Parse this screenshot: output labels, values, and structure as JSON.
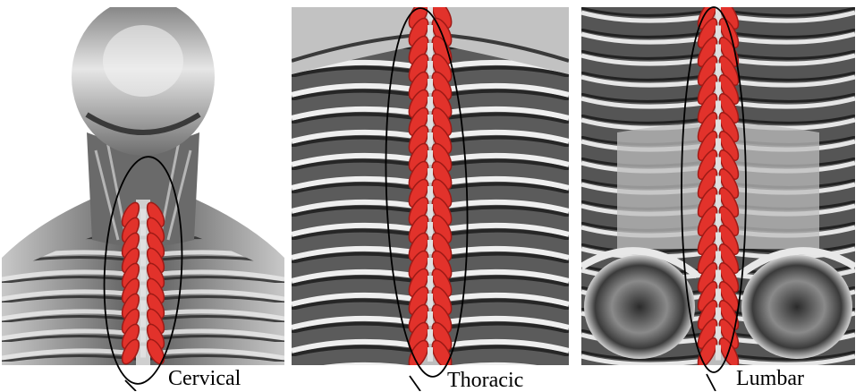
{
  "panels": [
    {
      "id": "cervical",
      "label": "Cervical"
    },
    {
      "id": "thoracic",
      "label": "Thoracic"
    },
    {
      "id": "lumbar",
      "label": "Lumbar"
    }
  ],
  "colors": {
    "muscle": "#e2322b",
    "muscle_shadow": "#9e1a16",
    "tissue_dark": "#3b3b3b",
    "tissue_mid": "#8a8a8a",
    "tissue_light": "#d9d9d9",
    "outline": "#000000"
  }
}
